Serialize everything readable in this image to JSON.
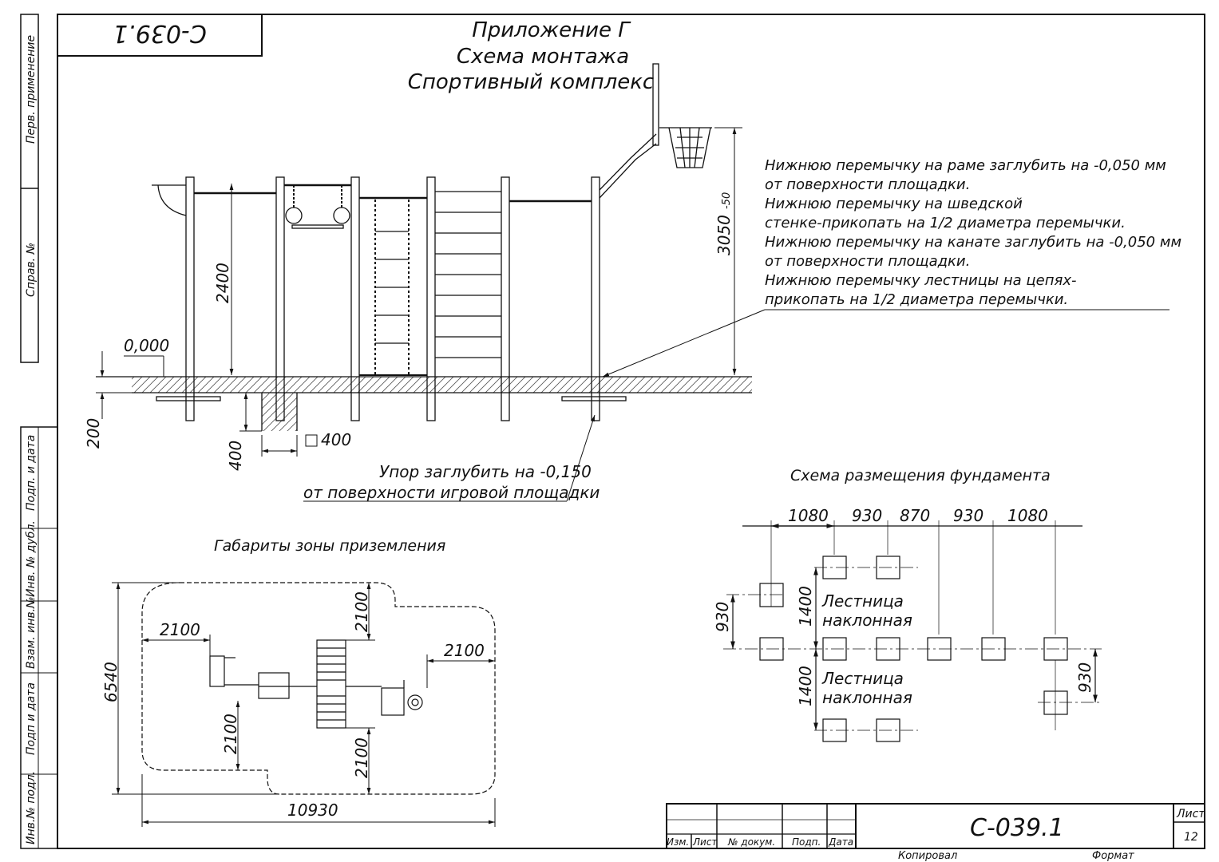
{
  "stamp_code": "С-039.1",
  "title": {
    "line1": "Приложение Г",
    "line2": "Схема монтажа",
    "line3": "Спортивный комплекс"
  },
  "side_strip": {
    "perv_primenenie": "Перв. применение",
    "sprav_no": "Справ. №",
    "podp_i_data_1": "Подп. и дата",
    "inv_no_dubl": "Инв. № дубл.",
    "vzam_inv_no": "Взам. инв.№",
    "podp_i_data_2": "Подп и дата",
    "inv_no_podl": "Инв.№ подл."
  },
  "notes": [
    "Нижнюю перемычку на раме заглубить на -0,050 мм",
    "от поверхности площадки.",
    "Нижнюю перемычку на шведской",
    "стенке-прикопать на 1/2 диаметра перемычки.",
    "Нижнюю перемычку на канате заглубить на -0,050 мм",
    "от поверхности площадки.",
    "Нижнюю перемычку лестницы на цепях-",
    "прикопать на 1/2 диаметра перемычки."
  ],
  "elevation": {
    "level_zero": "0,000",
    "dim_2400": "2400",
    "dim_3050": "3050",
    "dim_3050_tol": "-50",
    "dim_200": "200",
    "dim_400": "400",
    "footing_size": "400",
    "support_note_1": "Упор заглубить на -0,150",
    "support_note_2": "от поверхности игровой площадки"
  },
  "landing_zone": {
    "title": "Габариты зоны приземления",
    "dim_width": "10930",
    "dim_height": "6540",
    "clearance_left": "2100",
    "clearance_top": "2100",
    "clearance_right": "2100",
    "clearance_bottom_left": "2100",
    "clearance_bottom_right": "2100"
  },
  "foundation": {
    "title": "Схема размещения фундамента",
    "spacings": [
      "1080",
      "930",
      "870",
      "930",
      "1080"
    ],
    "dim_left_930": "930",
    "dim_1400_top": "1400",
    "dim_1400_bottom": "1400",
    "dim_right_930": "930",
    "ladder_label_line1": "Лестница",
    "ladder_label_line2": "наклонная"
  },
  "title_block": {
    "code": "С-039.1",
    "col_izm": "Изм.",
    "col_list": "Лист",
    "col_doc": "№ докум.",
    "col_podp": "Подп.",
    "col_data": "Дата",
    "sheet_label": "Лист",
    "sheet_no": "12",
    "copied": "Копировал",
    "format": "Формат"
  }
}
